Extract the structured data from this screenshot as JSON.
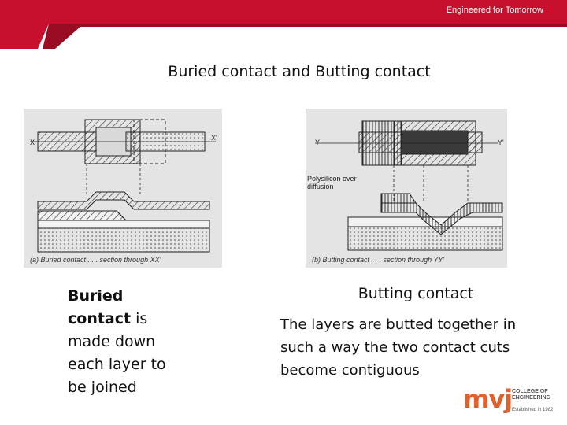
{
  "header": {
    "tagline": "Engineered for Tomorrow"
  },
  "title": "Buried contact and Butting contact",
  "figures": {
    "left": {
      "caption": "(a)  Buried contact . . . section through XX'",
      "label_x": "X",
      "label_x2": "X'"
    },
    "right": {
      "caption": "(b)  Butting contact . . . section through YY'",
      "label_y": "Y",
      "label_y2": "Y'",
      "annotation": "Polysilicon over diffusion"
    }
  },
  "left_text": {
    "bold": "Buried contact",
    "rest": " is made down each layer to be joined"
  },
  "right_text": {
    "heading": "Butting contact",
    "body_bold": "The layers are butted together in such a way the two contact cuts",
    "body_rest": " become contiguous"
  },
  "logo": {
    "brand": "mvj",
    "college": "COLLEGE OF ENGINEERING",
    "est": "Established in 1982"
  },
  "colors": {
    "accent": "#c8102e",
    "accent_dark": "#9a0c22",
    "logo": "#e3602a"
  }
}
